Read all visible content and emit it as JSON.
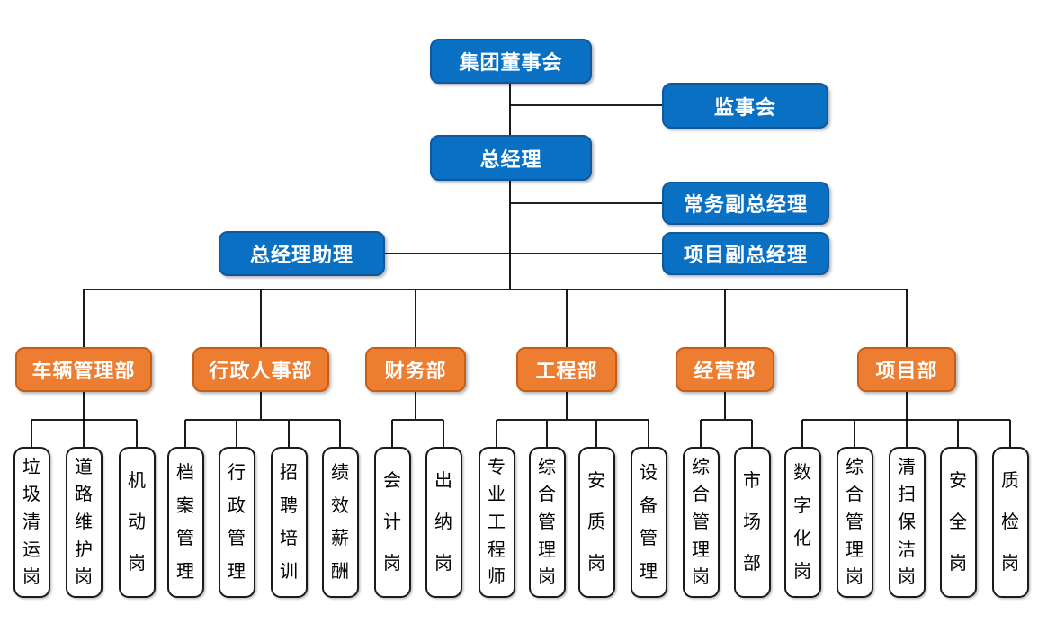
{
  "colors": {
    "node_blue": "#0a70c4",
    "node_blue_border": "#10589b",
    "node_orange": "#ed7d31",
    "node_orange_border": "#c55f17",
    "child_bg": "#ffffff",
    "child_border": "#1a1a1a",
    "line": "#000000",
    "text_light": "#ffffff",
    "text_dark": "#000000"
  },
  "executive": {
    "board": "集团董事会",
    "supervisory_board": "监事会",
    "general_manager": "总经理",
    "executive_deputy_gm": "常务副总经理",
    "gm_assistant": "总经理助理",
    "project_deputy_gm": "项目副总经理"
  },
  "departments": [
    {
      "name": "车辆管理部",
      "positions": [
        "垃圾清运岗",
        "道路维护岗",
        "机动岗"
      ]
    },
    {
      "name": "行政人事部",
      "positions": [
        "档案管理",
        "行政管理",
        "招聘培训",
        "绩效薪酬"
      ]
    },
    {
      "name": "财务部",
      "positions": [
        "会计岗",
        "出纳岗"
      ]
    },
    {
      "name": "工程部",
      "positions": [
        "专业工程师",
        "综合管理岗",
        "安质岗",
        "设备管理"
      ]
    },
    {
      "name": "经营部",
      "positions": [
        "综合管理岗",
        "市场部"
      ]
    },
    {
      "name": "项目部",
      "positions": [
        "数字化岗",
        "综合管理岗",
        "清扫保洁岗",
        "安全岗",
        "质检岗"
      ]
    }
  ]
}
